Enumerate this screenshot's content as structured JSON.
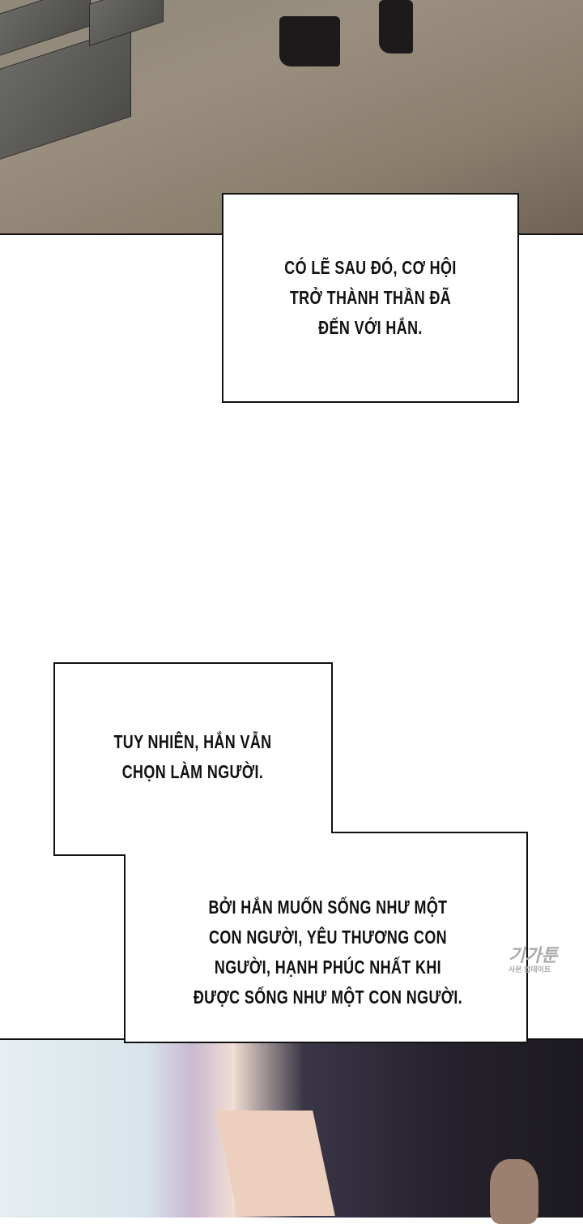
{
  "captions": {
    "first": [
      "CÓ LẼ SAU ĐÓ, CƠ HỘI",
      "TRỞ THÀNH THẦN ĐÃ",
      "ĐẾN VỚI HẮN."
    ],
    "second": [
      "TUY NHIÊN, HẮN VẪN",
      "CHỌN LÀM NGƯỜI."
    ],
    "third": [
      "BỞI HẮN MUỐN SỐNG NHƯ MỘT",
      "CON NGƯỜI, YÊU THƯƠNG CON",
      "NGƯỜI, HẠNH PHÚC NHẤT KHI",
      "ĐƯỢC SỐNG NHƯ MỘT CON NGƯỜI."
    ]
  },
  "watermark": {
    "logo": "기가툰",
    "sub": "사본 업데이트"
  },
  "colors": {
    "floor": "#8f8778",
    "border": "#111111",
    "hair": "#26222e"
  }
}
